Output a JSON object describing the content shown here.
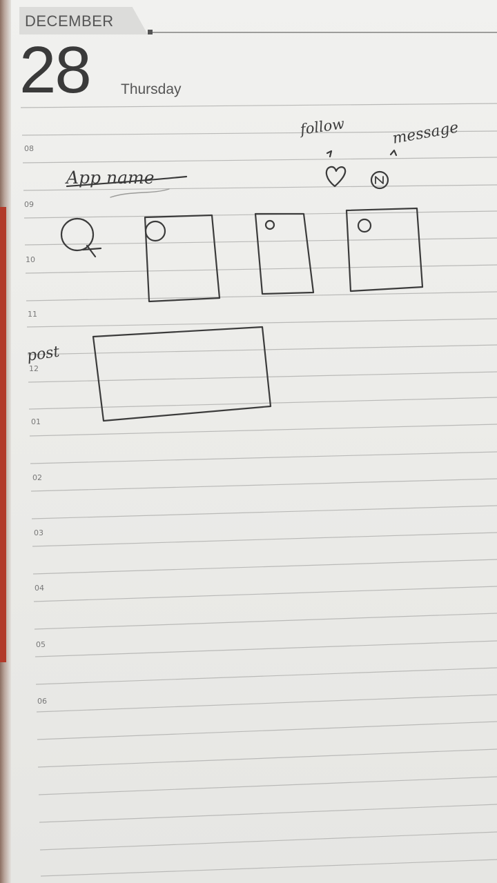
{
  "planner": {
    "month": "DECEMBER",
    "day_number": "28",
    "weekday": "Thursday",
    "hours": [
      "08",
      "09",
      "10",
      "11",
      "12",
      "01",
      "02",
      "03",
      "04",
      "05",
      "06"
    ]
  },
  "sketch": {
    "app_name_label": "App name",
    "follow_label": "follow",
    "message_label": "message",
    "post_label": "post"
  }
}
